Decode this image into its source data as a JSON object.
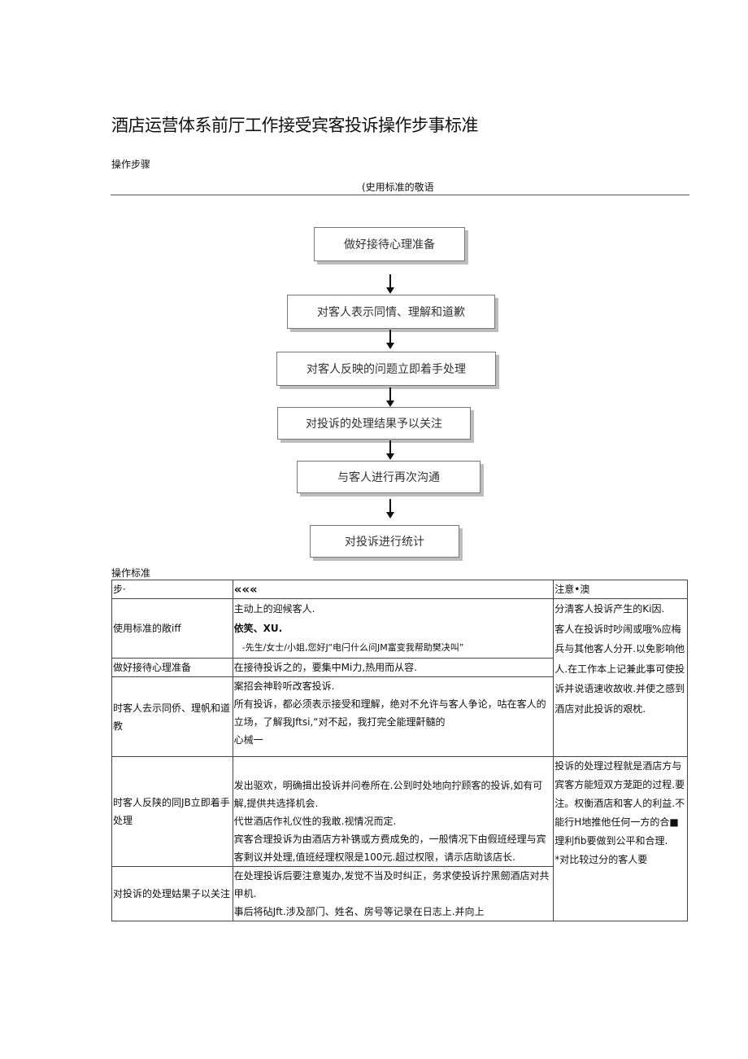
{
  "title": "酒店运营体系前厅工作接受宾客投诉操作步事标准",
  "subtitle_steps": "操作步骤",
  "subtitle_note": "(史用标准的敬语",
  "flowchart": [
    "做好接待心理准备",
    "对客人表示同情、理解和道歉",
    "对客人反映的问题立即着手处理",
    "对投诉的处理结果予以关注",
    "与客人进行再次沟通",
    "对投诉进行统计"
  ],
  "standard_label": "操作标准",
  "table": {
    "headers": [
      "步·",
      "«««",
      "注意•澳"
    ],
    "rows": [
      {
        "step": "使用标准的敞iff",
        "lines": [
          "主动上的迎候客人.",
          "依笑、XU.",
          "-先生/女士/小姐,您好J“电闩什么问JM富变我帮助樊决叫”"
        ]
      },
      {
        "step": "做好接待心理准备",
        "lines": [
          "在接待投诉之的，要集中Mi力,热用而从容."
        ]
      },
      {
        "step": "时客人去示同侨、理帆和道教",
        "lines": [
          "案招会神聆听改客投诉.",
          "所有投诉，都必须表示接受和理解，绝对不允许与客人争论，咕在客人的立场，了解我Jftsi,“对不起，我打完全能理鼾髓的",
          "心械一"
        ]
      },
      {
        "step": "时客人反陕的同JB立即着手处理",
        "lines": [
          "发出驱欢，明确揖出投诉并问卷所在.公到时处地向拧顾客的投诉,如有可解,提供共选择机会.",
          "代世酒店作礼仪性的我敢.视情况而定.",
          "宾客合理投诉为由酒店方补镌或方费成免的，一般情况下由假班经理与宾客剩议并处理,值班经理权限是100元.超过权限，请示店助该店长."
        ]
      },
      {
        "step": "对投诉的处理姑果子以关注",
        "lines": [
          "在处理投诉后要注意嵬办,发觉不当及时纠正，务求使投诉拧黑劒酒店对共甲机.",
          "事后将砧Jft.涉及部门、姓名、房号等记录在日志上.并向上"
        ]
      }
    ],
    "notes_a": [
      "分清客人投诉产生的Ki因.",
      "客人在投诉时吵闹或哦%应梅兵与其他客人分开.以免影响他人.在工作本上记兼此事可使投诉并说语速收故收.并使之感到酒店对此投诉的艰枕."
    ],
    "notes_b": [
      "投诉的处理过程就是酒店方与宾客方能短双方茏距的过程.要注。权衡酒店和客人的利益.不能行H地推他任何一方的合■理利fib要做到公平和合理.",
      "*对比较过分的客人要"
    ]
  }
}
